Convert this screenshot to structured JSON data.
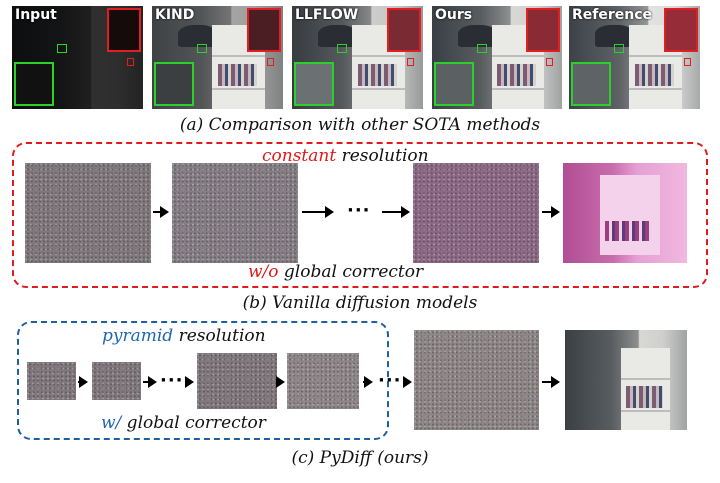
{
  "panel_labels": [
    "Input",
    "KIND",
    "LLFLOW",
    "Ours",
    "Reference"
  ],
  "captions": {
    "a": "(a) Comparison with other SOTA methods",
    "b": "(b) Vanilla diffusion models",
    "c": "(c) PyDiff (ours)"
  },
  "section_b": {
    "title_highlight": "constant",
    "title_rest": " resolution",
    "corrector_highlight": "w/o",
    "corrector_rest": " global corrector",
    "ellipsis": "···"
  },
  "section_c": {
    "title_highlight": "pyramid",
    "title_rest": " resolution",
    "corrector_highlight": "w/",
    "corrector_rest": " global corrector",
    "ellipsis": "···"
  },
  "colors": {
    "red": "#e01a1a",
    "blue": "#1f66b3",
    "green_box": "#2bd02b"
  }
}
